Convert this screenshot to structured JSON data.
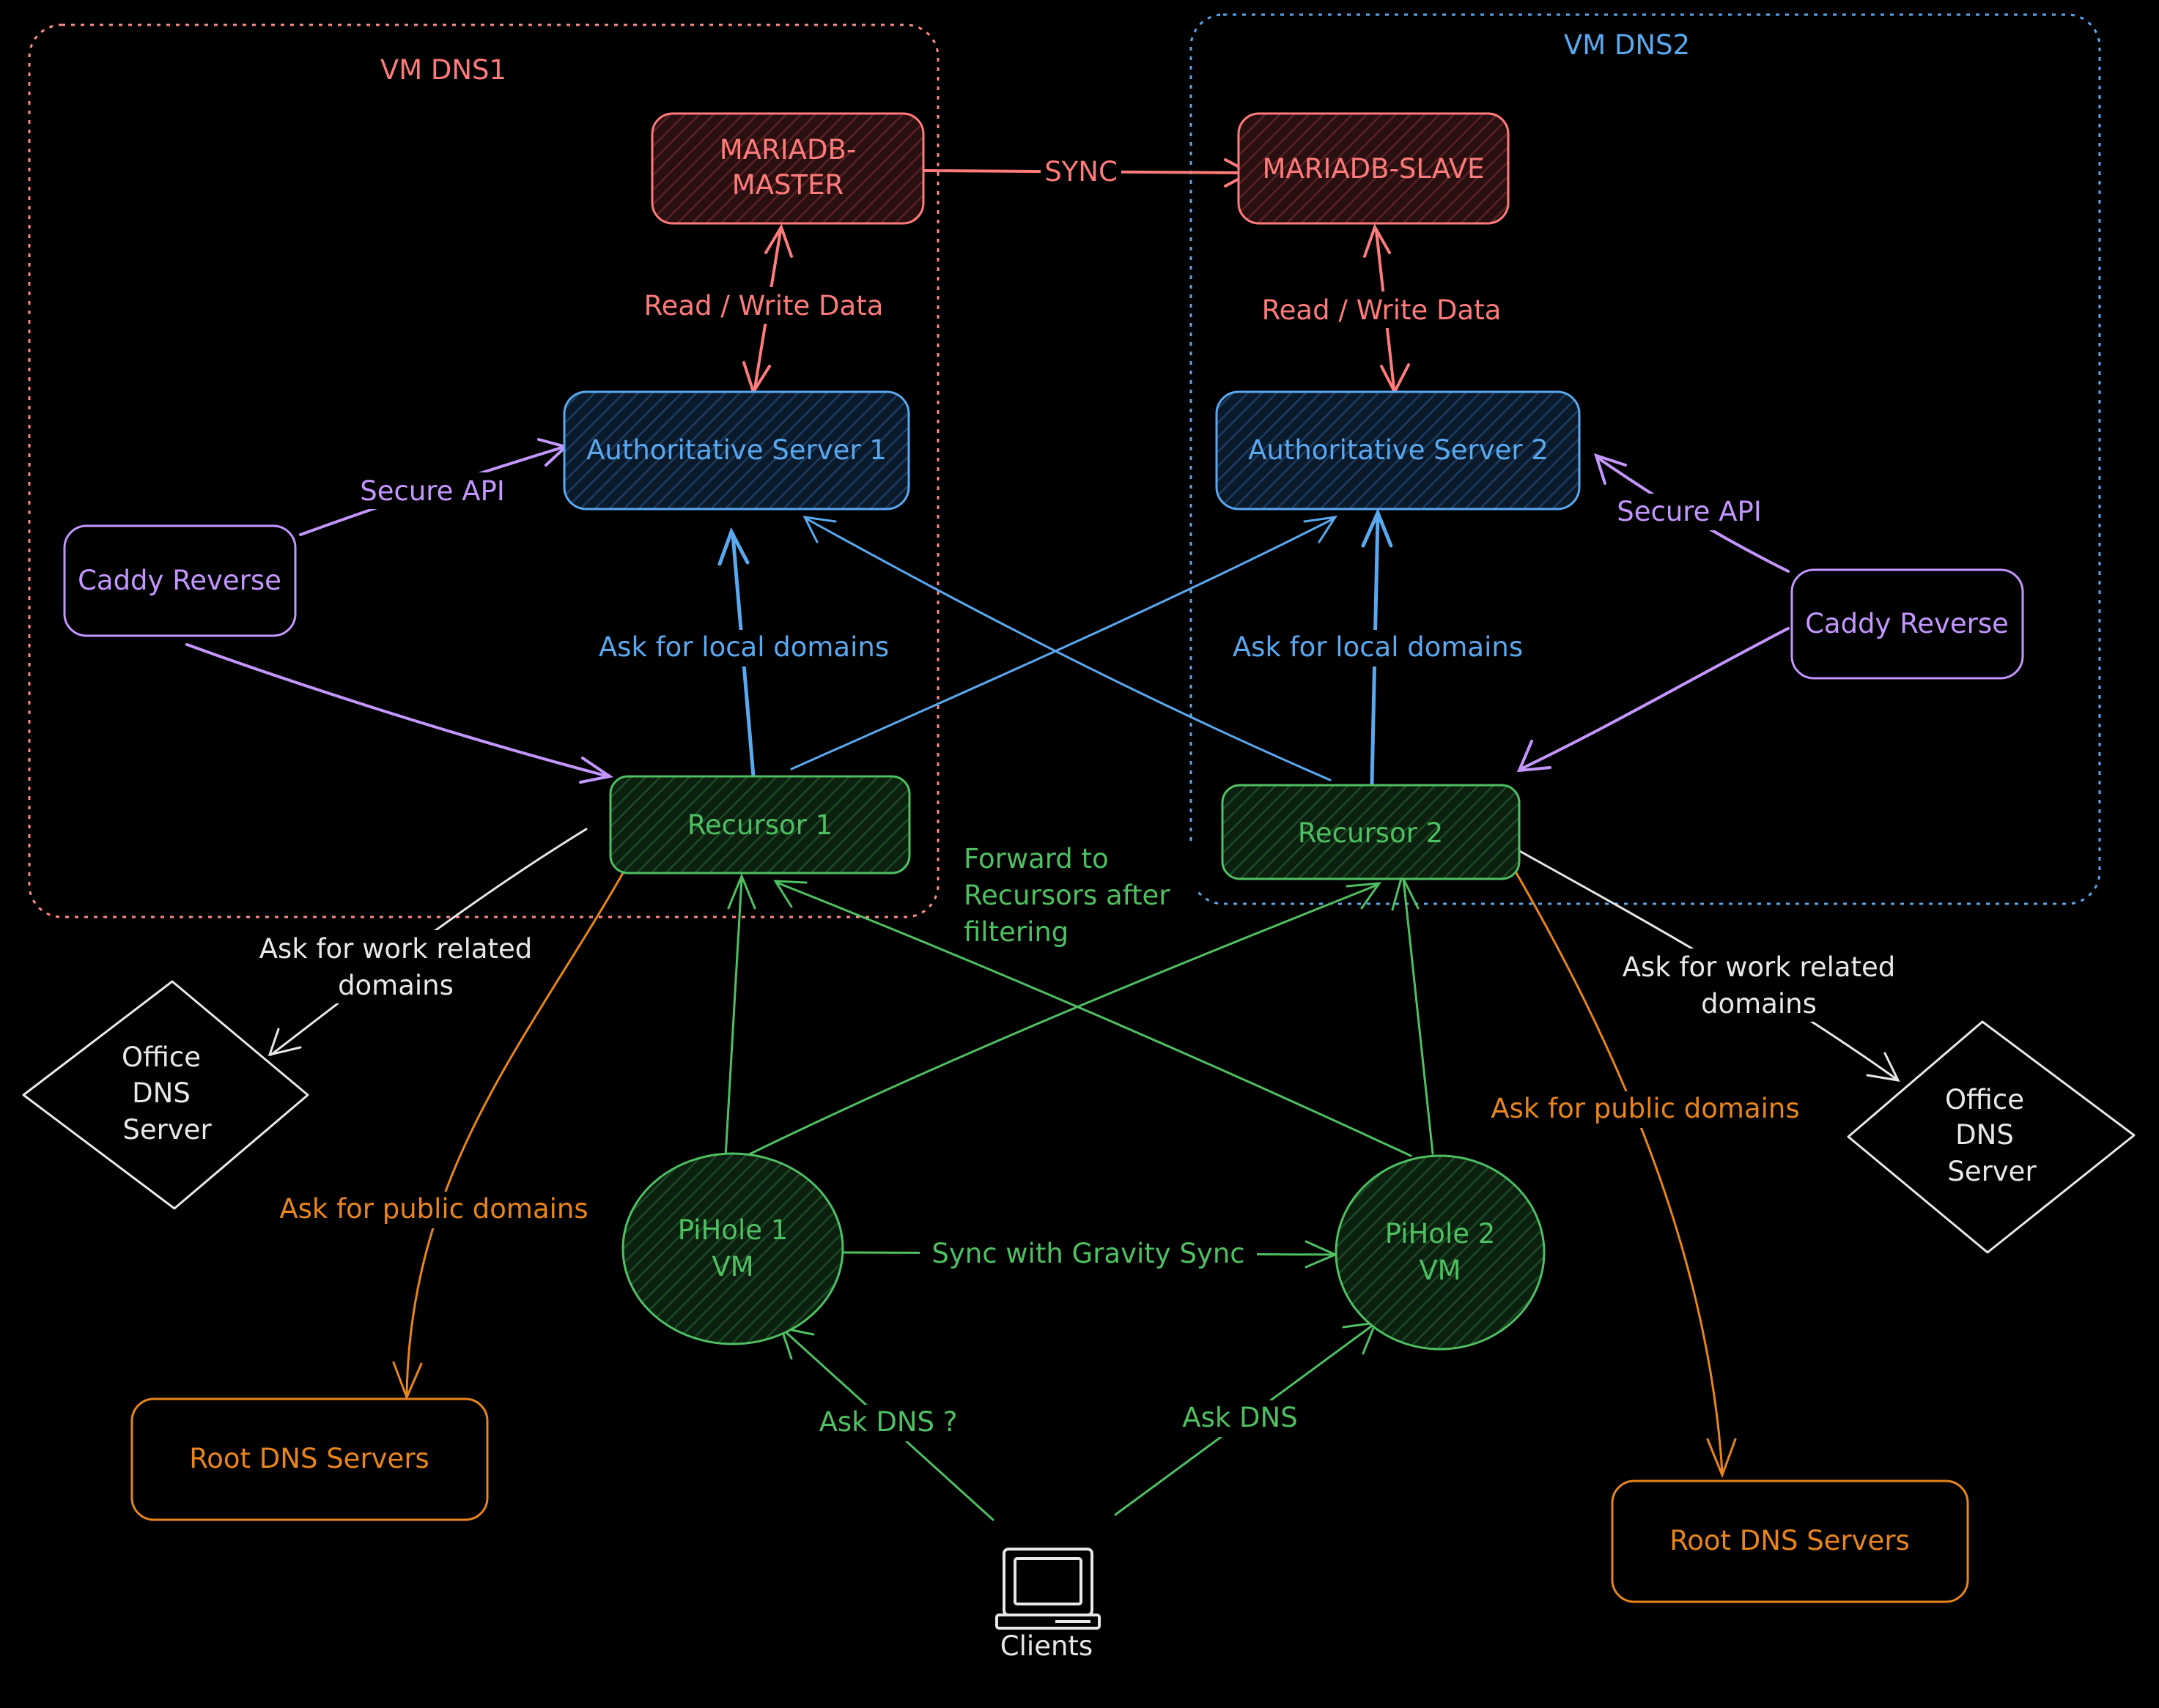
{
  "groups": {
    "dns1": {
      "label": "VM DNS1",
      "color": "#ff8a8a"
    },
    "dns2": {
      "label": "VM DNS2",
      "color": "#5aa9f0"
    }
  },
  "nodes": {
    "mariadb_master": {
      "line1": "MARIADB-",
      "line2": "MASTER"
    },
    "mariadb_slave": {
      "label": "MARIADB-SLAVE"
    },
    "auth1": {
      "label": "Authoritative Server 1"
    },
    "auth2": {
      "label": "Authoritative Server 2"
    },
    "caddy1": {
      "label": "Caddy Reverse"
    },
    "caddy2": {
      "label": "Caddy Reverse"
    },
    "recursor1": {
      "label": "Recursor 1"
    },
    "recursor2": {
      "label": "Recursor 2"
    },
    "office_dns1": {
      "line1": "Office",
      "line2": "DNS",
      "line3": "Server"
    },
    "office_dns2": {
      "line1": "Office",
      "line2": "DNS",
      "line3": "Server"
    },
    "pihole1": {
      "line1": "PiHole 1",
      "line2": "VM"
    },
    "pihole2": {
      "line1": "PiHole 2",
      "line2": "VM"
    },
    "root_dns1": {
      "label": "Root DNS Servers"
    },
    "root_dns2": {
      "label": "Root DNS Servers"
    },
    "clients": {
      "label": "Clients",
      "icon": "computer-icon"
    }
  },
  "edges": {
    "sync": "SYNC",
    "rw1": "Read / Write Data",
    "rw2": "Read / Write Data",
    "secure_api1": "Secure API",
    "secure_api2": "Secure API",
    "local1": "Ask for local domains",
    "local2": "Ask for local domains",
    "forward_line1": "Forward to",
    "forward_line2": "Recursors after",
    "forward_line3": "filtering",
    "work1_line1": "Ask for work related",
    "work1_line2": "domains",
    "work2_line1": "Ask for work related",
    "work2_line2": "domains",
    "public1": "Ask for public domains",
    "public2": "Ask for public domains",
    "gravity": "Sync with Gravity Sync",
    "ask_dns1": "Ask DNS ?",
    "ask_dns2": "Ask DNS"
  },
  "colors": {
    "red": "#ff7b7b",
    "blue": "#5aa9f0",
    "purple": "#c397ff",
    "green": "#4fc062",
    "orange": "#e8851c",
    "white": "#e8e8e8"
  }
}
